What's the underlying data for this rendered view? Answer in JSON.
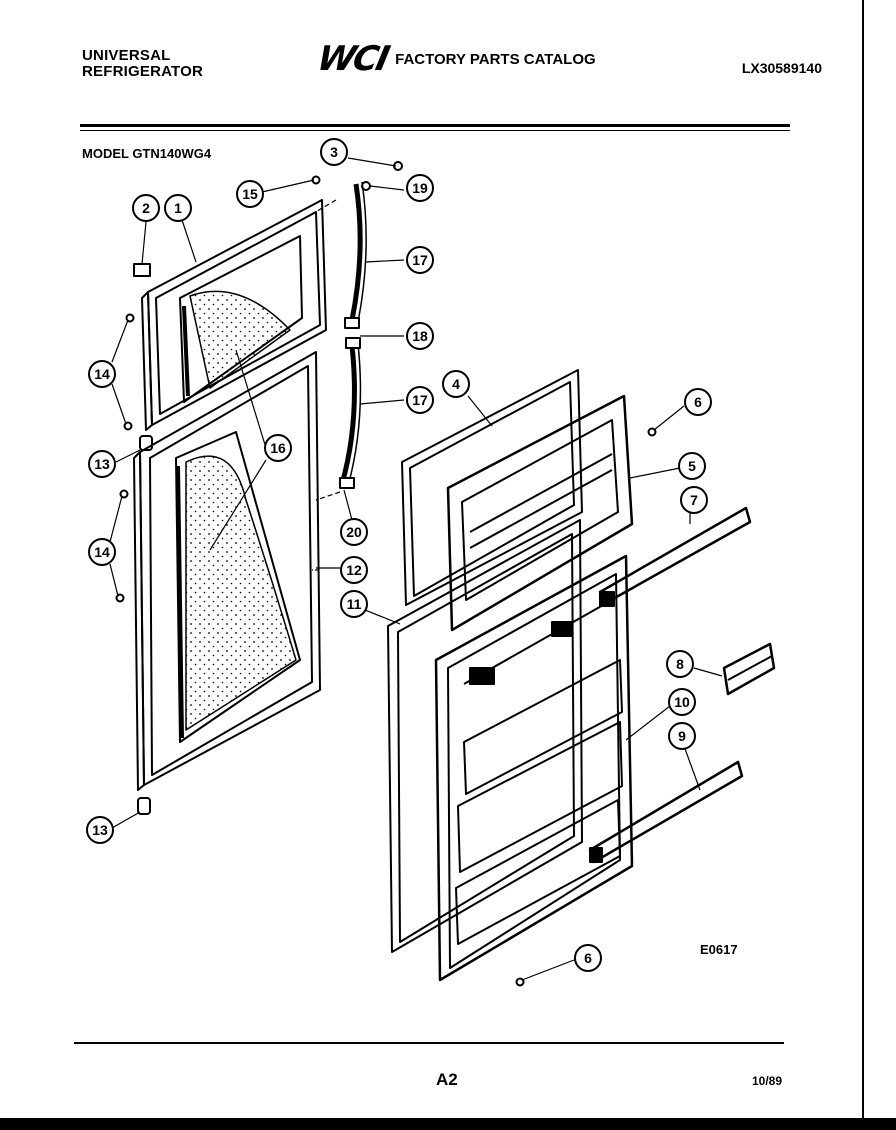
{
  "header": {
    "brand_line1": "UNIVERSAL",
    "brand_line2": "REFRIGERATOR",
    "logo": "WCI",
    "catalog_title": "FACTORY PARTS CATALOG",
    "doc_number": "LX30589140",
    "model": "MODEL GTN140WG4"
  },
  "diagram": {
    "figure_code": "E0617",
    "callouts": [
      "1",
      "2",
      "3",
      "4",
      "5",
      "6",
      "6",
      "7",
      "8",
      "9",
      "10",
      "11",
      "12",
      "13",
      "13",
      "14",
      "14",
      "15",
      "16",
      "17",
      "17",
      "18",
      "19",
      "20"
    ]
  },
  "footer": {
    "page": "A2",
    "date": "10/89"
  }
}
